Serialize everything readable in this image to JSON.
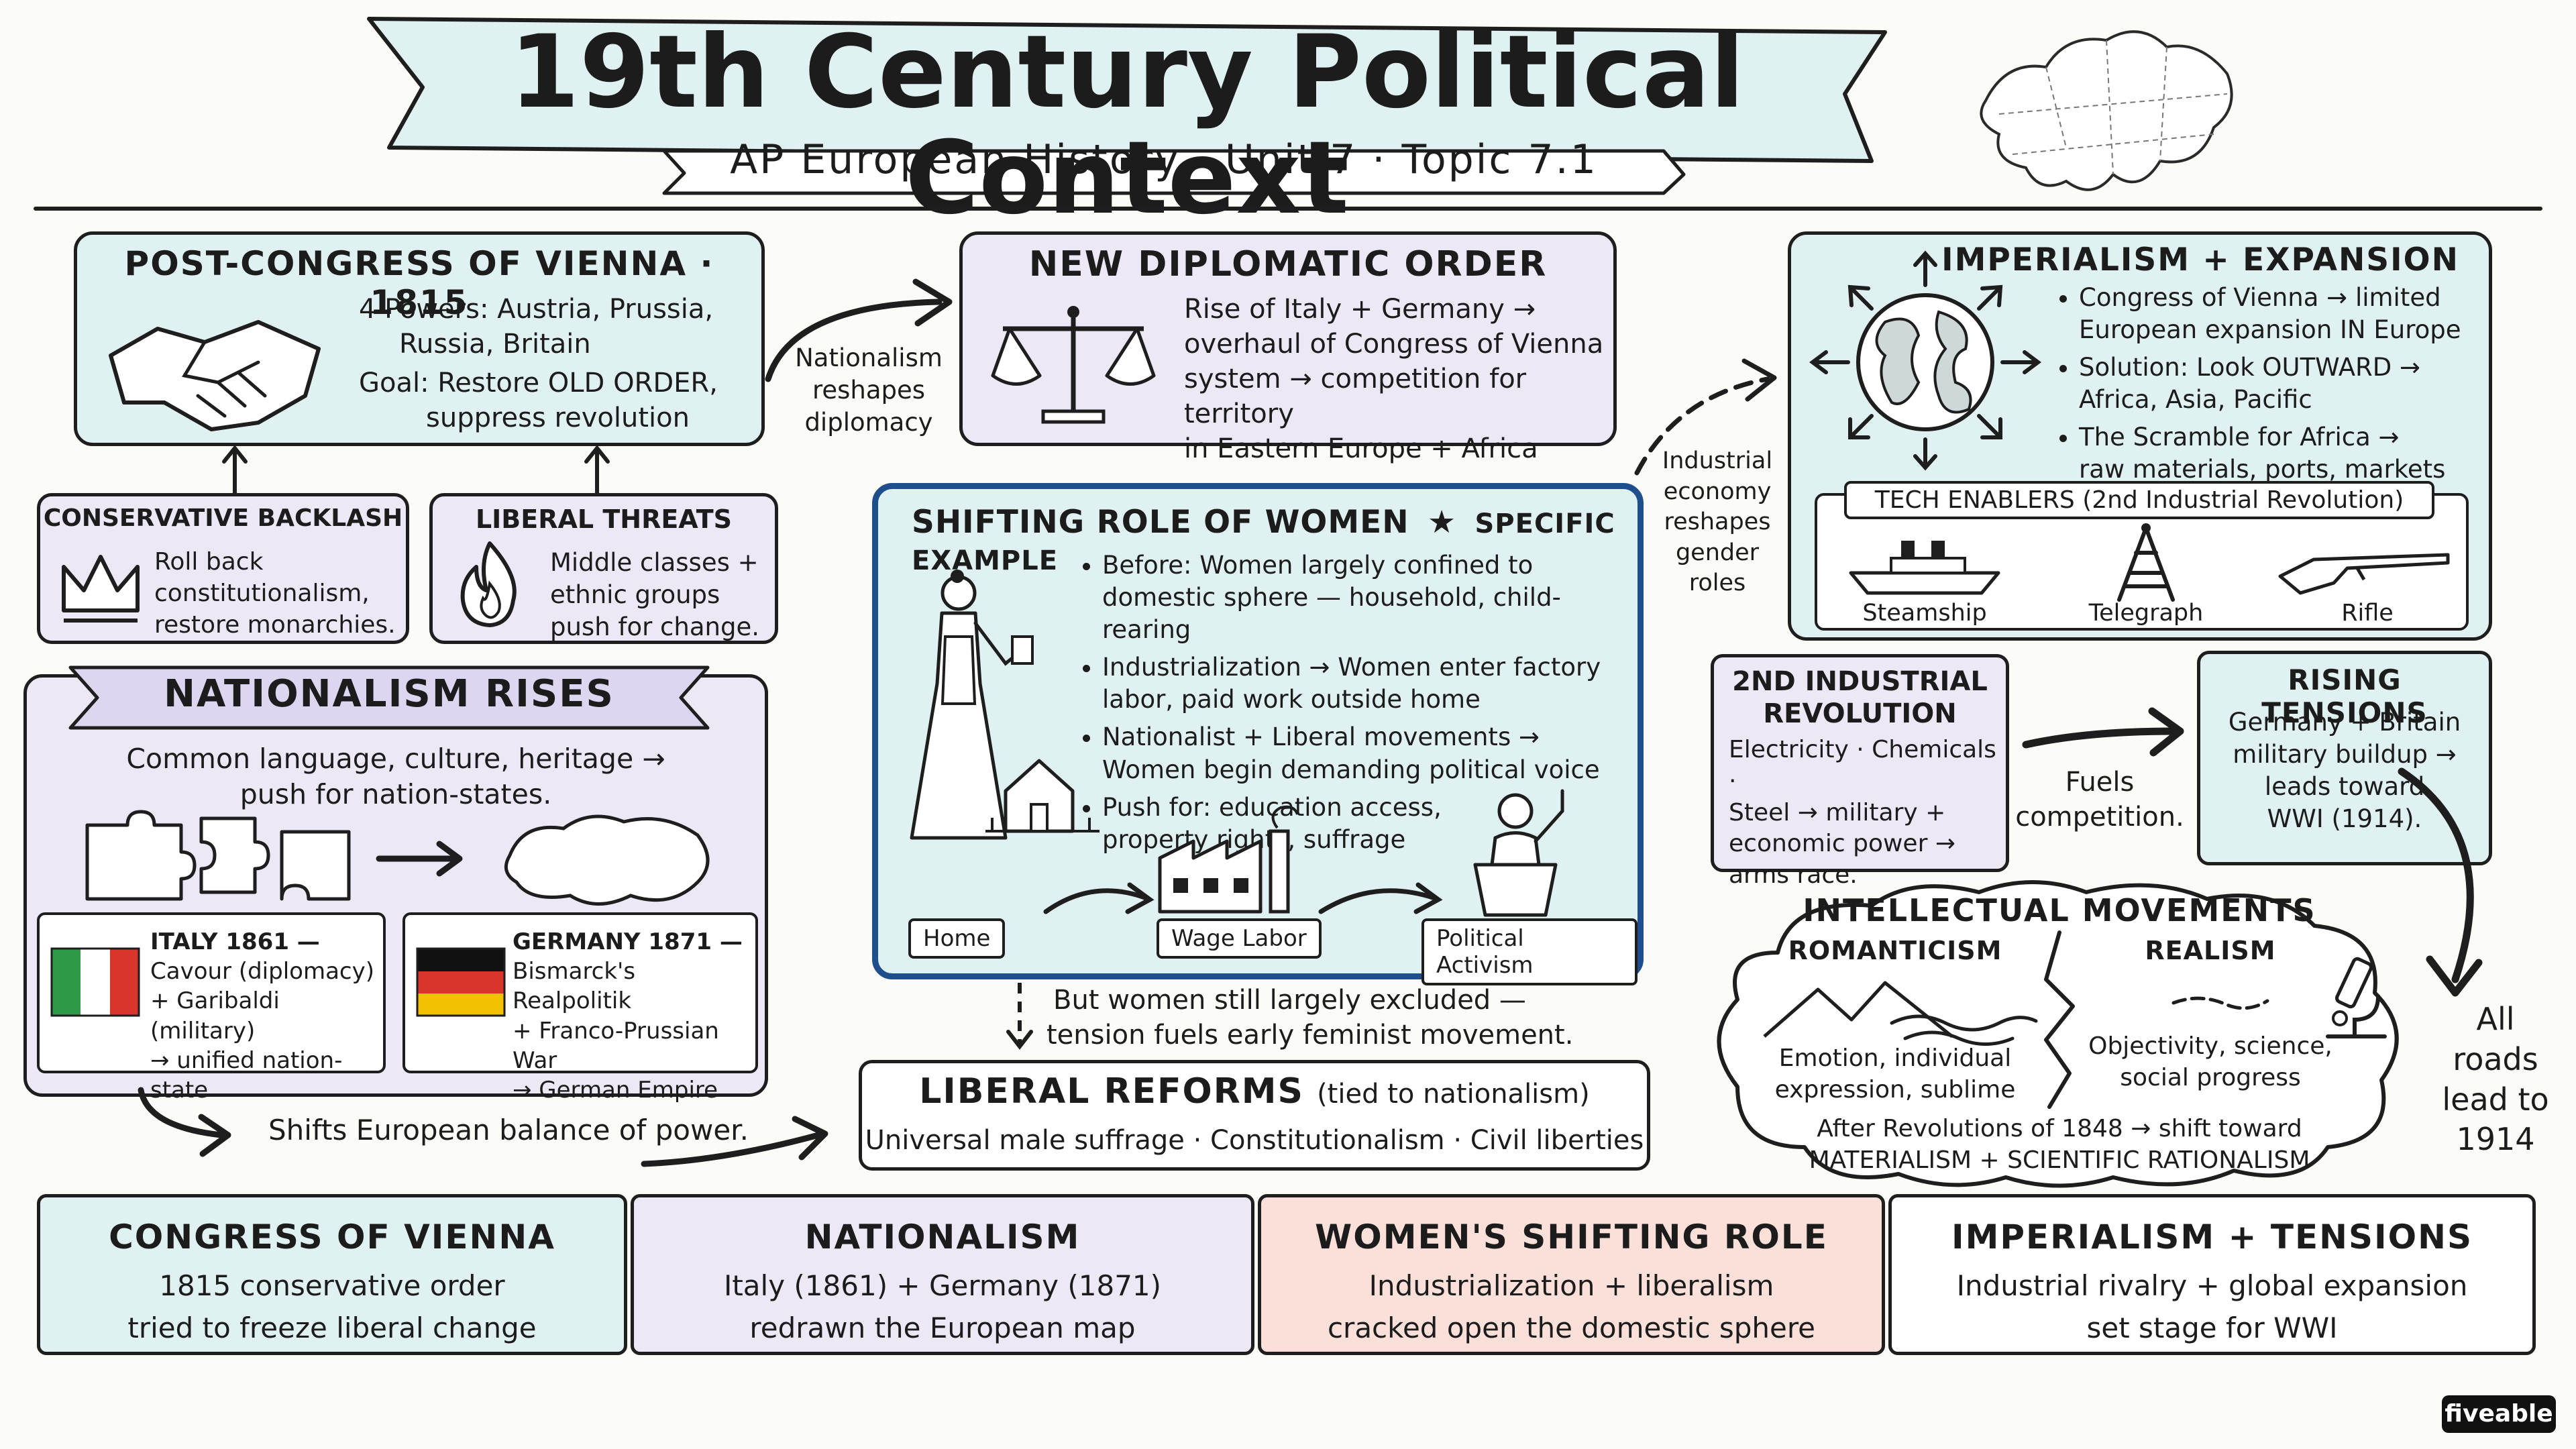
{
  "header": {
    "title": "19th Century Political Context",
    "subtitle": "AP European History · Unit 7 · Topic 7.1"
  },
  "vienna": {
    "title": "POST-CONGRESS OF VIENNA · 1815",
    "line1": "4 Powers: Austria, Prussia,",
    "line2": "Russia, Britain",
    "line3": "Goal: Restore OLD ORDER,",
    "line4": "suppress revolution"
  },
  "conservative": {
    "title": "CONSERVATIVE BACKLASH",
    "line1": "Roll back",
    "line2": "constitutionalism,",
    "line3": "restore monarchies."
  },
  "liberal_threats": {
    "title": "LIBERAL THREATS",
    "line1": "Middle classes +",
    "line2": "ethnic groups",
    "line3": "push for change."
  },
  "arrow_nationalism": {
    "line1": "Nationalism",
    "line2": "reshapes",
    "line3": "diplomacy"
  },
  "diplomatic": {
    "title": "NEW DIPLOMATIC ORDER",
    "line1": "Rise of Italy + Germany →",
    "line2": "overhaul of Congress of Vienna",
    "line3": "system → competition for territory",
    "line4": "in Eastern Europe + Africa"
  },
  "arrow_industrial": {
    "line1": "Industrial",
    "line2": "economy",
    "line3": "reshapes",
    "line4": "gender",
    "line5": "roles"
  },
  "imperialism": {
    "title": "IMPERIALISM + EXPANSION",
    "b1a": "Congress of Vienna → limited",
    "b1b": "European expansion IN Europe",
    "b2a": "Solution: Look OUTWARD →",
    "b2b": "Africa, Asia, Pacific",
    "b3a": "The Scramble for Africa →",
    "b3b": "raw materials, ports, markets",
    "tech_title": "TECH ENABLERS (2nd Industrial Revolution)",
    "tech1": "Steamship",
    "tech2": "Telegraph",
    "tech3": "Rifle"
  },
  "nationalism": {
    "title": "NATIONALISM RISES",
    "line1": "Common language, culture, heritage →",
    "line2": "push for nation-states.",
    "italy_title": "ITALY 1861 —",
    "italy1": "Cavour (diplomacy)",
    "italy2": "+ Garibaldi (military)",
    "italy3": "→ unified nation-state",
    "germany_title": "GERMANY 1871 —",
    "germany1": "Bismarck's Realpolitik",
    "germany2": "+ Franco-Prussian War",
    "germany3": "→ German Empire"
  },
  "women": {
    "title": "SHIFTING ROLE OF WOMEN",
    "star": "★",
    "specific": "SPECIFIC EXAMPLE",
    "b1a": "Before: Women largely confined to",
    "b1b": "domestic sphere — household, child-rearing",
    "b2a": "Industrialization → Women enter factory",
    "b2b": "labor, paid work outside home",
    "b3a": "Nationalist + Liberal movements →",
    "b3b": "Women begin demanding political voice",
    "b4a": "Push for: education access,",
    "b4b": "property rights, suffrage",
    "stage1": "Home",
    "stage2": "Wage Labor",
    "stage3": "Political Activism"
  },
  "tension_note": {
    "line1": "But women still largely excluded —",
    "line2": "tension fuels early feminist movement."
  },
  "liberal_reforms": {
    "title": "LIBERAL REFORMS",
    "paren": "(tied to nationalism)",
    "line": "Universal male suffrage · Constitutionalism · Civil liberties"
  },
  "shifts": "Shifts European balance of power.",
  "second_ir": {
    "title1": "2ND INDUSTRIAL",
    "title2": "REVOLUTION",
    "line1": "Electricity · Chemicals ·",
    "line2": "Steel → military +",
    "line3": "economic power →",
    "line4": "arms race."
  },
  "fuels": {
    "line1": "Fuels",
    "line2": "competition."
  },
  "tensions": {
    "title": "RISING TENSIONS",
    "line1": "Germany + Britain",
    "line2": "military buildup →",
    "line3": "leads toward",
    "line4": "WWI (1914)."
  },
  "intellectual": {
    "title": "INTELLECTUAL MOVEMENTS",
    "rom_title": "ROMANTICISM",
    "rom1": "Emotion, individual",
    "rom2": "expression, sublime",
    "real_title": "REALISM",
    "real1": "Objectivity, science,",
    "real2": "social progress",
    "foot1": "After Revolutions of 1848 → shift toward",
    "foot2": "MATERIALISM + SCIENTIFIC RATIONALISM"
  },
  "all_roads": {
    "line1": "All",
    "line2": "roads",
    "line3": "lead to",
    "line4": "1914"
  },
  "footer": [
    {
      "title": "CONGRESS OF VIENNA",
      "line1": "1815 conservative order",
      "line2": "tried to freeze liberal change"
    },
    {
      "title": "NATIONALISM",
      "line1": "Italy (1861) + Germany (1871)",
      "line2": "redrawn the European map"
    },
    {
      "title": "WOMEN'S SHIFTING ROLE",
      "line1": "Industrialization + liberalism",
      "line2": "cracked open the domestic sphere"
    },
    {
      "title": "IMPERIALISM + TENSIONS",
      "line1": "Industrial rivalry + global expansion",
      "line2": "set stage for WWI"
    }
  ],
  "brand": "fiveable",
  "colors": {
    "teal": "#dff1f0",
    "lavender": "#ece8f6",
    "pink": "#fbe0da",
    "women_border": "#1f4e8c",
    "italy": [
      "#2e9a46",
      "#ffffff",
      "#d8342c"
    ],
    "germany": [
      "#111111",
      "#d8342c",
      "#f2c200"
    ]
  },
  "icons": [
    "europe-map-icon",
    "handshake-icon",
    "crown-icon",
    "flame-icon",
    "scales-icon",
    "globe-icon",
    "steamship-icon",
    "telegraph-icon",
    "rifle-icon",
    "puzzle-icon",
    "unified-map-icon",
    "italy-flag-icon",
    "germany-flag-icon",
    "woman-icon",
    "house-icon",
    "factory-icon",
    "podium-woman-icon",
    "mountains-icon",
    "microscope-icon"
  ]
}
